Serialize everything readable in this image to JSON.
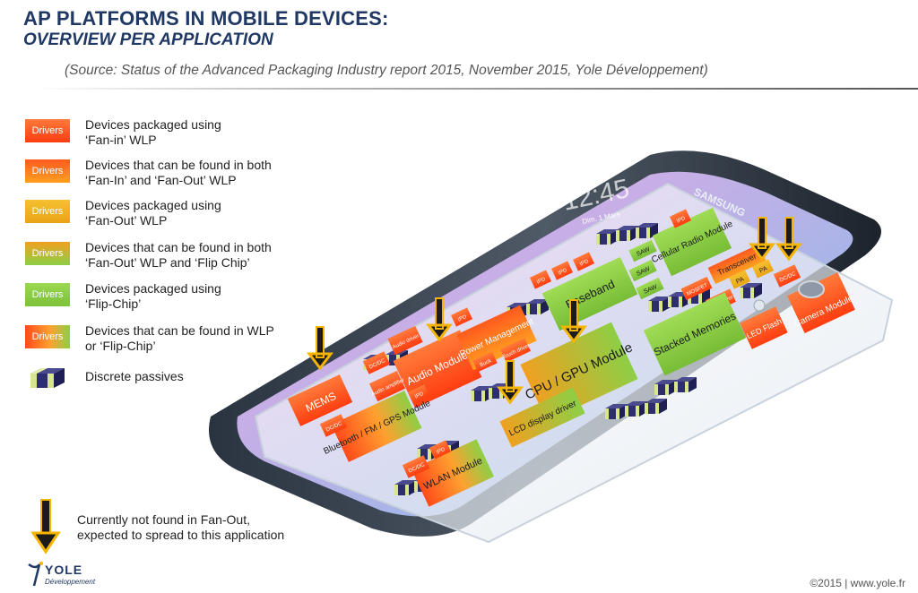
{
  "header": {
    "title_line1": "AP PLATFORMS IN MOBILE DEVICES:",
    "title_line2": "OVERVIEW PER APPLICATION",
    "source": "(Source: Status of the Advanced Packaging Industry report 2015, November 2015, Yole Développement)"
  },
  "legend": {
    "swatch_label": "Drivers",
    "items": [
      {
        "line1": "Devices packaged using",
        "line2": "‘Fan-in’ WLP",
        "color": "#ff5a1f"
      },
      {
        "line1": "Devices that can be found in both",
        "line2": "‘Fan-In’ and ‘Fan-Out’ WLP",
        "color": "#ff8a14"
      },
      {
        "line1": "Devices packaged using",
        "line2": "‘Fan-Out’ WLP",
        "color": "#f0b41e"
      },
      {
        "line1": "Devices that can be found in both",
        "line2": "‘Fan-Out’ WLP and ‘Flip Chip’",
        "color": "#c8c83c"
      },
      {
        "line1": "Devices packaged using",
        "line2": "‘Flip-Chip’",
        "color": "#8dcf46"
      },
      {
        "line1": "Devices that can be found in WLP",
        "line2": "or ‘Flip-Chip’",
        "color": "#ff7a2a"
      }
    ],
    "passives_label": "Discrete passives"
  },
  "arrow_legend": {
    "line1": "Currently not found in Fan-Out,",
    "line2": "expected to spread to this application"
  },
  "phone": {
    "brand": "SAMSUNG",
    "clock": "12:45",
    "date": "Dim. 1 Mars",
    "chips": {
      "mems": "MEMS",
      "audio_module": "Audio Module",
      "audio_driver": "Audio driver",
      "audio_amplifier": "Audio amplifier",
      "dcdc": "DC/DC",
      "ipd": "IPD",
      "power_management": "Power Management",
      "baseband": "Baseband",
      "saw": "SAW",
      "cellular": "Cellular Radio Module",
      "transceiver": "Transceiver",
      "pa": "PA",
      "cpu": "CPU / GPU Module",
      "stacked": "Stacked Memories",
      "mosfet": "MOSFET",
      "led_driver": "LED driver",
      "led_flash": "LED Flash",
      "camera": "Camera Module",
      "bluetooth": "Bluetooth / FM / GPS Module",
      "wlan": "WLAN Module",
      "lcd": "LCD display driver",
      "buck": "Buck",
      "touch": "Touch driver"
    }
  },
  "footer": {
    "copyright": "©2015 | www.yole.fr",
    "logo_name": "YOLE",
    "logo_sub": "Développement"
  }
}
